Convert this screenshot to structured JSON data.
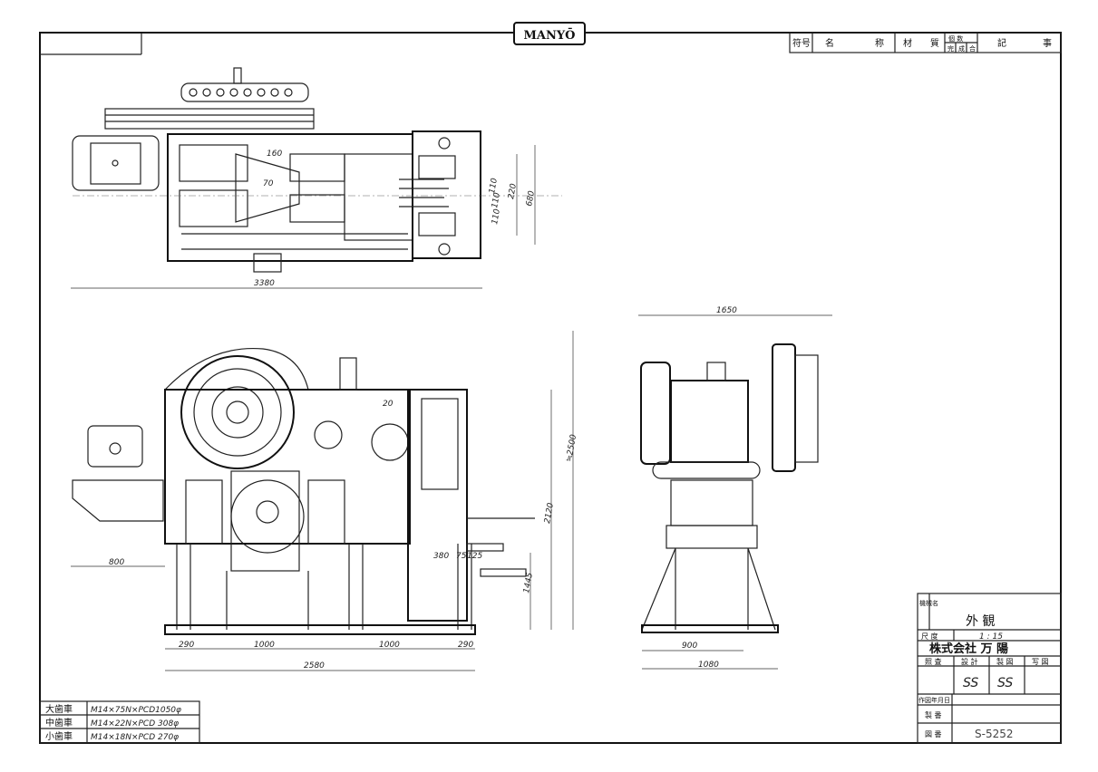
{
  "logo": "MANYŌ",
  "parts_header": {
    "symbol": "符号",
    "name_1": "名",
    "name_2": "称",
    "material_1": "材",
    "material_2": "質",
    "count_top": "個 数",
    "count_cells": [
      "完",
      "成",
      "合"
    ],
    "remarks_1": "記",
    "remarks_2": "事"
  },
  "plan_view": {
    "dims": [
      "3380",
      "160",
      "110",
      "110",
      "110",
      "220",
      "680",
      "70"
    ]
  },
  "front_view": {
    "dims": [
      "800",
      "2120",
      "1445",
      "≒2500",
      "380",
      "75",
      "125",
      "20",
      "290",
      "1000",
      "1000",
      "290",
      "2580"
    ]
  },
  "side_view": {
    "dims": [
      "1650",
      "900",
      "1080"
    ]
  },
  "gear_table": [
    {
      "name": "大歯車",
      "spec": "M14×75N×PCD1050φ"
    },
    {
      "name": "中歯車",
      "spec": "M14×22N×PCD 308φ"
    },
    {
      "name": "小歯車",
      "spec": "M14×18N×PCD 270φ"
    }
  ],
  "title_block": {
    "machine_name_label": "機械名",
    "machine_name": "外 観",
    "scale_label": "尺 度",
    "scale": "1 : 15",
    "company": "株式会社 万 陽",
    "col_labels": [
      "照 査",
      "設 計",
      "製 図",
      "写 図"
    ],
    "signatures": [
      "",
      "SS",
      "SS",
      ""
    ],
    "date_label": "作図年月日",
    "date": "",
    "serial_label": "製 番",
    "serial": "",
    "drawing_no_label": "図 番",
    "drawing_no": "S-5252"
  }
}
